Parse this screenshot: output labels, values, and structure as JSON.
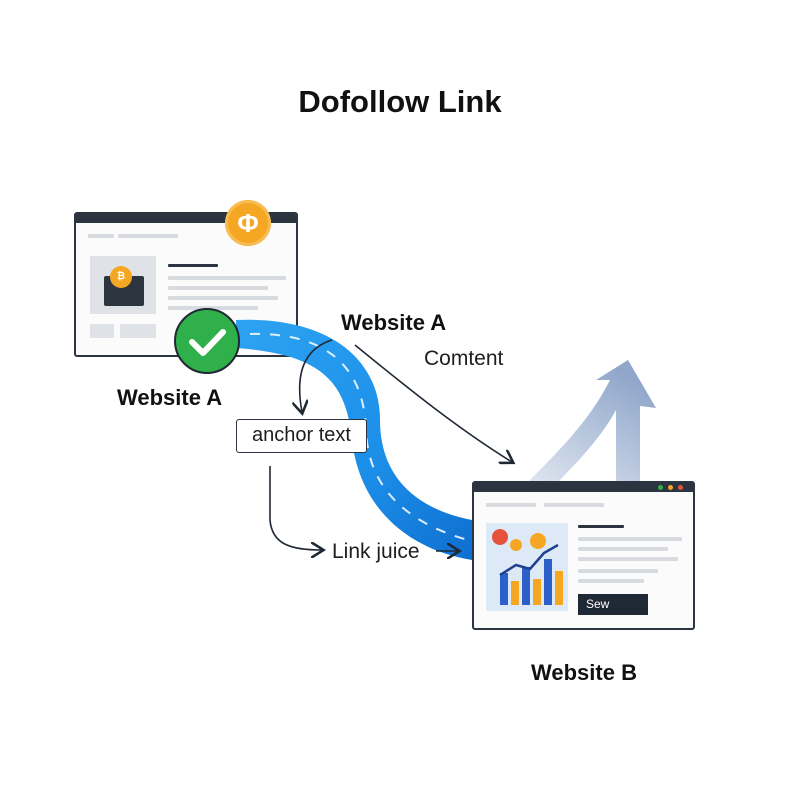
{
  "title": "Dofollow Link",
  "labels": {
    "website_a_left": "Website A",
    "website_a_top": "Website A",
    "content": "Comtent",
    "anchor_text": "anchor text",
    "link_juice": "Link juice",
    "website_b": "Website B",
    "sew_button": "Sew"
  },
  "icons": {
    "coin": "phi-coin-icon",
    "check": "checkmark-icon",
    "arrow": "growth-arrow-icon"
  },
  "colors": {
    "stream_blue": "#1e8fe6",
    "check_green": "#2fb04a",
    "coin_orange": "#f5a623",
    "frame_dark": "#2c3440"
  }
}
